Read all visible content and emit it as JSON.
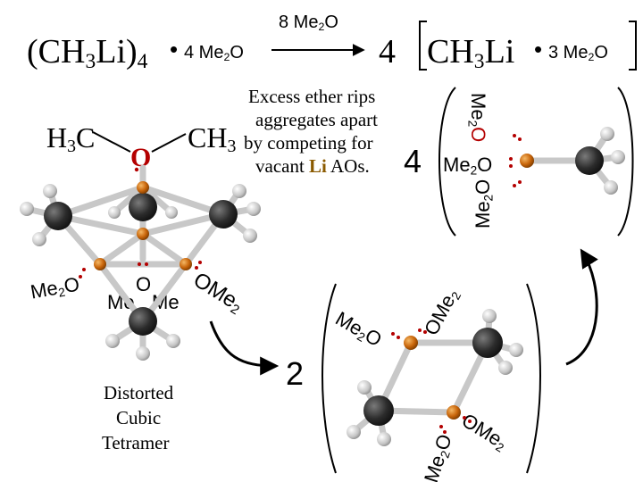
{
  "equation": {
    "reactant_core": "(CH",
    "reactant_sub3": "3",
    "reactant_li": "Li)",
    "reactant_sub4": "4",
    "reactant_solvent": "4 Me",
    "reactant_solvent_sub": "2",
    "reactant_solvent_o": "O",
    "arrow_reagent": "8 Me",
    "arrow_reagent_sub": "2",
    "arrow_reagent_o": "O",
    "product_coeff": "4",
    "product_core": "CH",
    "product_sub3": "3",
    "product_li": "Li",
    "product_solvent": "3 Me",
    "product_solvent_sub": "2",
    "product_solvent_o": "O"
  },
  "note": {
    "line1": "Excess ether rips",
    "line2": "aggregates apart",
    "line3": "by competing for",
    "line4_pre": "vacant ",
    "line4_li": "Li",
    "line4_post": " AOs."
  },
  "ether": {
    "left": "H",
    "left_sub": "3",
    "left_c": "C",
    "oxygen": "O",
    "right": "CH",
    "right_sub": "3"
  },
  "tetramer": {
    "caption_line1": "Distorted",
    "caption_line2": "Cubic",
    "caption_line3": "Tetramer",
    "label_left": "Me",
    "label_left_sub": "2",
    "label_left_o": "O",
    "label_mid_o": "O",
    "label_mid_me1": "Me",
    "label_mid_me2": "Me",
    "label_right_o": "O",
    "label_right_me": "Me",
    "label_right_sub": "2"
  },
  "monomer": {
    "coeff": "4",
    "label_top": "Me",
    "label_top_sub": "2",
    "label_top_o": "O",
    "label_mid": "Me",
    "label_mid_sub": "2",
    "label_mid_o": "O",
    "label_bot": "Me",
    "label_bot_sub": "2",
    "label_bot_o": "O"
  },
  "dimer": {
    "coeff": "2",
    "label_tl_me": "Me",
    "label_tl_sub": "2",
    "label_tl_o": "O",
    "label_top_me": "Me",
    "label_top_sub": "2",
    "label_top_o": "O",
    "label_br_me": "Me",
    "label_br_sub": "2",
    "label_br_o": "O",
    "label_bot_me": "Me",
    "label_bot_sub": "2",
    "label_bot_o": "O"
  },
  "colors": {
    "lithium_orange": "#c8650a",
    "oxygen_red": "#b40000",
    "carbon_dark": "#2a2a2a",
    "hydrogen_light": "#cfcfcf",
    "bond_gray": "#bdbdbd"
  }
}
